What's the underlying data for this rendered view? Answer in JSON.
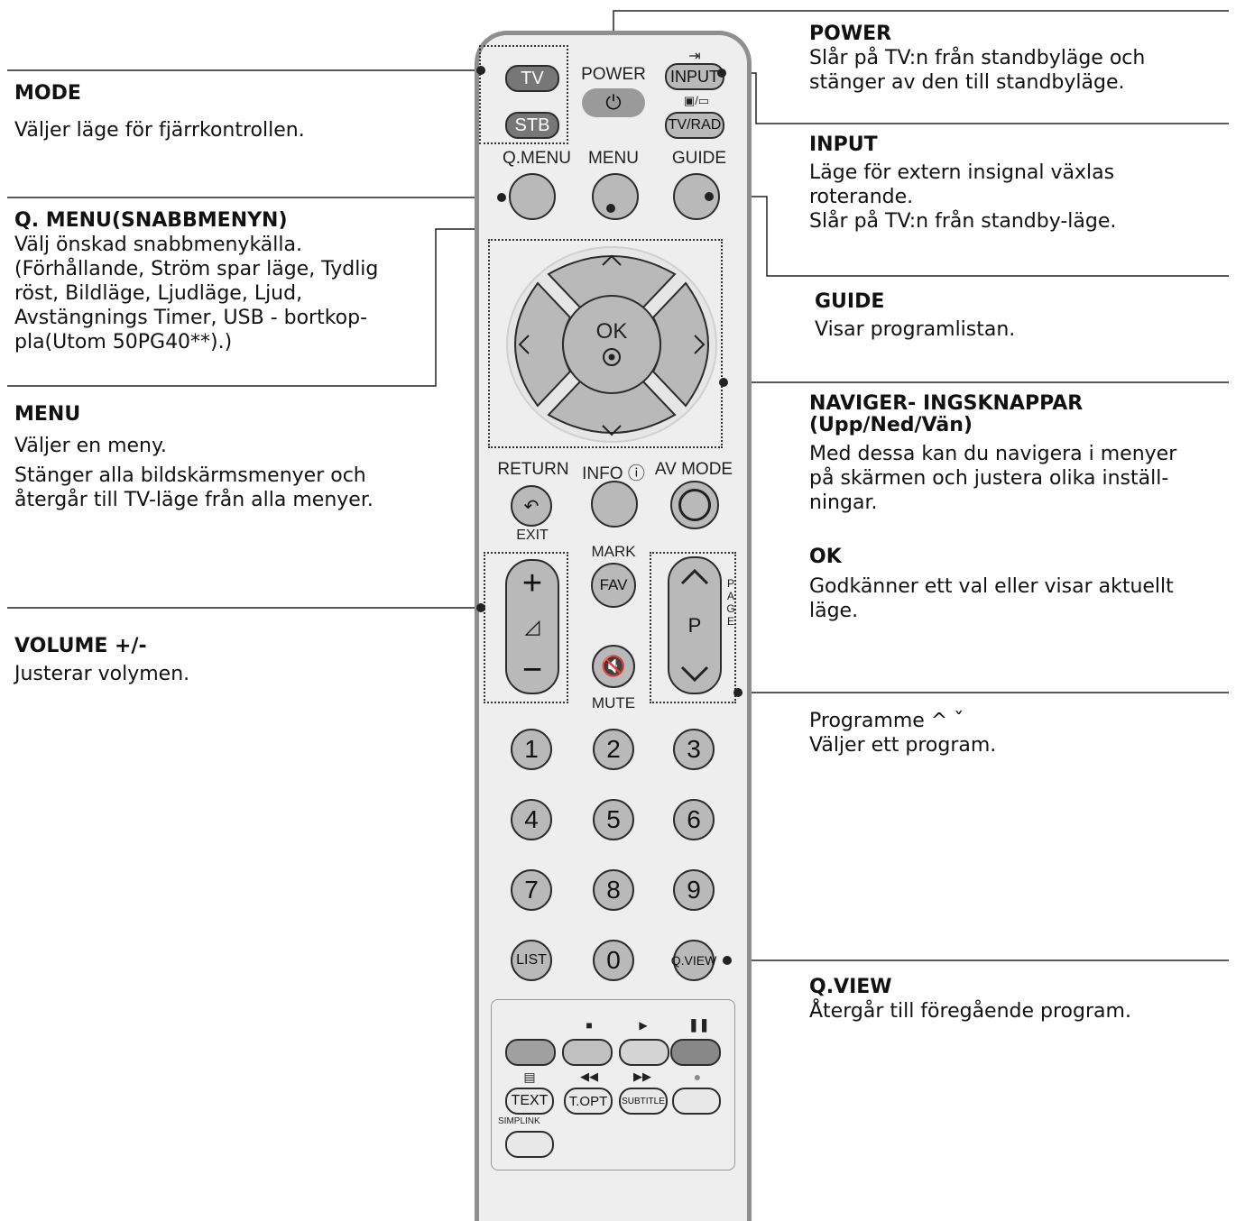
{
  "annotations": {
    "mode": {
      "title": "MODE",
      "lines": [
        "Väljer läge för fjärrkontrollen."
      ]
    },
    "qmenu": {
      "title": "Q. MENU(SNABBMENYN)",
      "lines": [
        "Välj önskad snabbmenykälla.",
        "(Förhållande, Ström spar läge, Tydlig",
        "röst, Bildläge, Ljudläge, Ljud,",
        "Avstängnings Timer, USB - bortkop-",
        "pla(Utom 50PG40**).)"
      ]
    },
    "menu": {
      "title": "MENU",
      "lines": [
        "Väljer en meny.",
        "Stänger alla bildskärmsmenyer och",
        "återgår till TV-läge från alla menyer."
      ]
    },
    "volume": {
      "title": "VOLUME +/-",
      "lines": [
        "Justerar volymen."
      ]
    },
    "power": {
      "title": "POWER",
      "lines": [
        "Slår på TV:n från standbyläge och",
        "stänger av den till standbyläge."
      ]
    },
    "input": {
      "title": "INPUT",
      "lines": [
        "Läge för extern insignal växlas",
        "roterande.",
        "Slår på TV:n från standby-läge."
      ]
    },
    "guide": {
      "title": "GUIDE",
      "lines": [
        "Visar programlistan."
      ]
    },
    "navigation": {
      "title": "NAVIGER- INGSKNAPPAR",
      "subtitle": "(Upp/Ned/Vän)",
      "lines": [
        "Med dessa kan du navigera i menyer",
        "på skärmen och justera olika inställ-",
        "ningar."
      ]
    },
    "ok": {
      "title": "OK",
      "lines": [
        "Godkänner ett val eller visar aktuellt",
        "läge."
      ]
    },
    "programme": {
      "title": "Programme ^ ˇ",
      "lines": [
        "Väljer ett program."
      ]
    },
    "qview": {
      "title": "Q.VIEW",
      "lines": [
        "Återgår till föregående program."
      ]
    }
  },
  "remote": {
    "tv": "TV",
    "stb": "STB",
    "power": "POWER",
    "input": "INPUT",
    "tvrad": "TV/RAD",
    "qmenu": "Q.MENU",
    "menu": "MENU",
    "guide": "GUIDE",
    "ok": "OK",
    "return": "RETURN",
    "exit": "EXIT",
    "info": "INFO ⓘ",
    "avmode": "AV MODE",
    "mark": "MARK",
    "fav": "FAV",
    "mute": "MUTE",
    "p": "P",
    "page": "PAGE",
    "numbers": [
      "1",
      "2",
      "3",
      "4",
      "5",
      "6",
      "7",
      "8",
      "9"
    ],
    "list": "LIST",
    "zero": "0",
    "qview": "Q.VIEW",
    "text": "TEXT",
    "topt": "T.OPT",
    "subtitle": "SUBTITLE",
    "simplink": "SIMPLINK"
  }
}
